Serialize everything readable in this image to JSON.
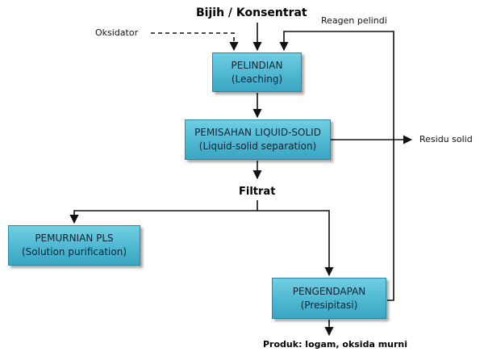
{
  "inputs": {
    "ore": "Bijih / Konsentrat",
    "oxidant": "Oksidator",
    "reagent": "Reagen pelindi"
  },
  "boxes": {
    "leaching": {
      "title": "PELINDIAN",
      "subtitle": "(Leaching)"
    },
    "separation": {
      "title": "PEMISAHAN LIQUID-SOLID",
      "subtitle": "(Liquid-solid separation)"
    },
    "purification": {
      "title": "PEMURNIAN PLS",
      "subtitle": "(Solution purification)"
    },
    "precipitation": {
      "title": "PENGENDAPAN",
      "subtitle": "(Presipitasi)"
    }
  },
  "outputs": {
    "residue": "Residu solid",
    "filtrate": "Filtrat",
    "product": "Produk: logam, oksida murni"
  },
  "colors": {
    "box_fill": "#4fb7d1",
    "box_border": "#2a88a3",
    "line": "#111111"
  }
}
